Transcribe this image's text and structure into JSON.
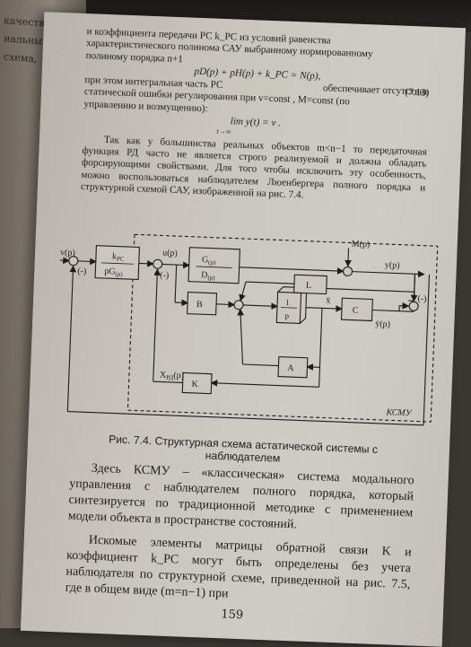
{
  "left_page": {
    "fragments": [
      "качестве",
      "иальных",
      "схема,"
    ]
  },
  "upper_text": {
    "line1": "и коэффициента передачи РС k_PC из условий равенства",
    "line2": "характеристического полинома САУ выбранному нормированному",
    "line3": "полиному порядка n+1",
    "formula1": "pD(p) + pH(p) + k_PC = N(p),",
    "line4": "при этом интегральная часть РС",
    "eq_number": "(7.13)",
    "line5": "статической ошибки регулирования при  v=const ,  M=const  (по",
    "line5b": "обеспечивает отсутствие",
    "line6": "управлению и возмущению):",
    "formula2": "lim y(t) = v .",
    "formula2_sub": "t→∞",
    "para2": "Так как у большинства реальных объектов  m<n−1  то передаточная функция РД часто не является строго реализуемой и должна обладать форсирующими свойствами. Для того чтобы исключить эту особенность, можно воспользоваться наблюдателем Люенбергера полного порядка и структурной схемой САУ, изображенной на рис. 7.4."
  },
  "diagram": {
    "label_v": "v(p)",
    "label_minus1": "(-)",
    "kpc_top": "k",
    "kpc_sub": "PC",
    "kpc_bottom": "pG",
    "kpc_bottom_sub": "(p)",
    "label_u": "u(p)",
    "label_minus2": "(-)",
    "plant_top": "G",
    "plant_top_sub": "(p)",
    "plant_bottom": "D",
    "plant_bottom_sub": "(p)",
    "label_M": "M(p)",
    "label_y": "y(p)",
    "label_minus3": "(-)",
    "block_L": "L",
    "block_B": "B",
    "block_int_top": "1",
    "block_int_bottom": "p",
    "label_xhat": "x̄",
    "block_C": "C",
    "label_yhat": "ȳ(p)",
    "block_A": "A",
    "label_xrd": "X",
    "label_xrd_sub": "РД",
    "label_xrd_tail": "(p)",
    "block_K": "K",
    "label_ksmu": "КСМУ"
  },
  "caption": "Рис. 7.4. Структурная схема астатической системы с наблюдателем",
  "lower_text": {
    "para1": "Здесь КСМУ – «классическая» система модального управления с наблюдателем полного порядка, который синтезируется по традиционной методике с применением модели объекта в пространстве состояний.",
    "para2": "Искомые элементы матрицы обратной связи K и коэффициент k_PC могут быть определены без учета наблюдателя по структурной схеме, приведенной на рис. 7.5, где в общем виде (m=n−1) при"
  },
  "page_number": "159"
}
